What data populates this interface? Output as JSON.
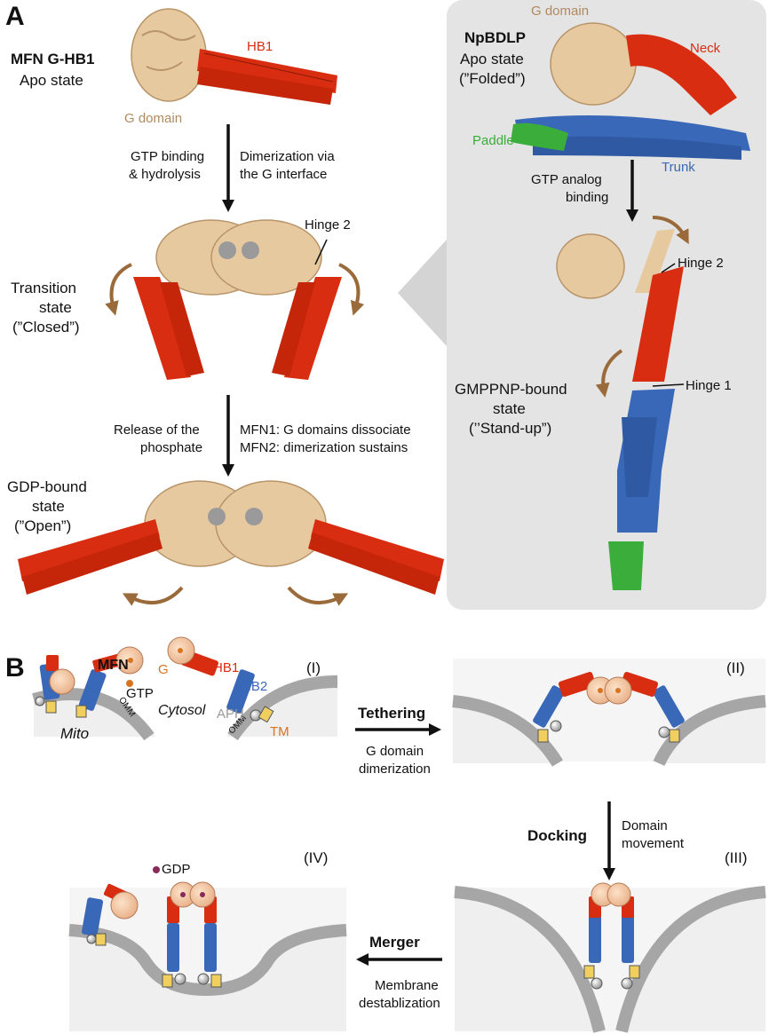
{
  "colors": {
    "g_domain": "#e7c9a0",
    "helix_red": "#d82d10",
    "helix_blue": "#3a68b8",
    "paddle_green": "#3bad3b",
    "arrow_brown": "#9a6a3a",
    "membrane": "#a6a6a6",
    "panel_gray": "#e4e4e4",
    "tm_yellow": "#f1cf5e"
  },
  "panel_a": {
    "letter": "A",
    "mfn": {
      "title": "MFN G-HB1",
      "subtitle": "Apo state",
      "hb1": "HB1",
      "g_domain": "G domain",
      "step1_left": [
        "GTP binding",
        "& hydrolysis"
      ],
      "step1_right": [
        "Dimerization via",
        "the G interface"
      ],
      "hinge2": "Hinge 2",
      "transition": [
        "Transition",
        "state",
        "(”Closed”)"
      ],
      "step2_left": [
        "Release of the",
        "phosphate"
      ],
      "step2_right": [
        "MFN1: G domains dissociate",
        "MFN2: dimerization sustains"
      ],
      "gdp_state": [
        "GDP-bound",
        "state",
        "(”Open”)"
      ]
    },
    "npbdlp": {
      "g_domain": "G domain",
      "title": "NpBDLP",
      "subtitle": "Apo state",
      "folded": "(”Folded”)",
      "neck": "Neck",
      "paddle": "Paddle",
      "trunk": "Trunk",
      "step": [
        "GTP analog",
        "binding"
      ],
      "hinge2": "Hinge 2",
      "hinge1": "Hinge 1",
      "gmppnp": [
        "GMPPNP-bound",
        "state",
        "(’’Stand-up”)"
      ]
    }
  },
  "panel_b": {
    "letter": "B",
    "mfn": "MFN",
    "gtp": "GTP",
    "mito": "Mito",
    "omm": "OMM",
    "cytosol": "Cytosol",
    "g": "G",
    "hb1": "HB1",
    "hb2": "HB2",
    "aph": "APH",
    "tm": "TM",
    "stage1": "(I)",
    "stage2": "(II)",
    "stage3": "(III)",
    "stage4": "(IV)",
    "tethering": "Tethering",
    "tethering_sub": [
      "G domain",
      "dimerization"
    ],
    "docking": "Docking",
    "docking_sub": [
      "Domain",
      "movement"
    ],
    "merger": "Merger",
    "merger_sub": [
      "Membrane",
      "destablization"
    ],
    "gdp": "GDP"
  }
}
